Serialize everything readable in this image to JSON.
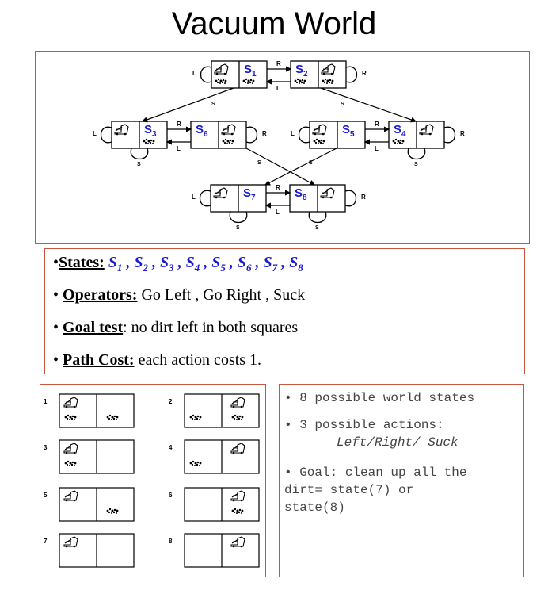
{
  "title": "Vacuum World",
  "diagram": {
    "states": [
      "S1",
      "S2",
      "S3",
      "S4",
      "S5",
      "S6",
      "S7",
      "S8"
    ],
    "actions": {
      "left": "L",
      "right": "R",
      "suck": "S"
    }
  },
  "definitions": {
    "states_label": "States:",
    "states_items": [
      "1",
      "2",
      "3",
      "4",
      "5",
      "6",
      "7",
      "8"
    ],
    "operators_label": "Operators:",
    "operators_text": " Go Left , Go Right , Suck",
    "goal_label": "Goal test",
    "goal_text": ": no dirt left in both squares",
    "cost_label": "Path Cost:",
    "cost_text": " each action costs 1."
  },
  "numbered_states": [
    "1",
    "2",
    "3",
    "4",
    "5",
    "6",
    "7",
    "8"
  ],
  "notes": {
    "line1": "• 8 possible world states",
    "line2": "• 3 possible actions:",
    "line3": "Left/Right/ Suck",
    "line4": "• Goal: clean up all the",
    "line5": "dirt= state(7) or",
    "line6": "state(8)"
  },
  "colors": {
    "border": "#c8553d",
    "state_label": "#1a1ad0"
  }
}
